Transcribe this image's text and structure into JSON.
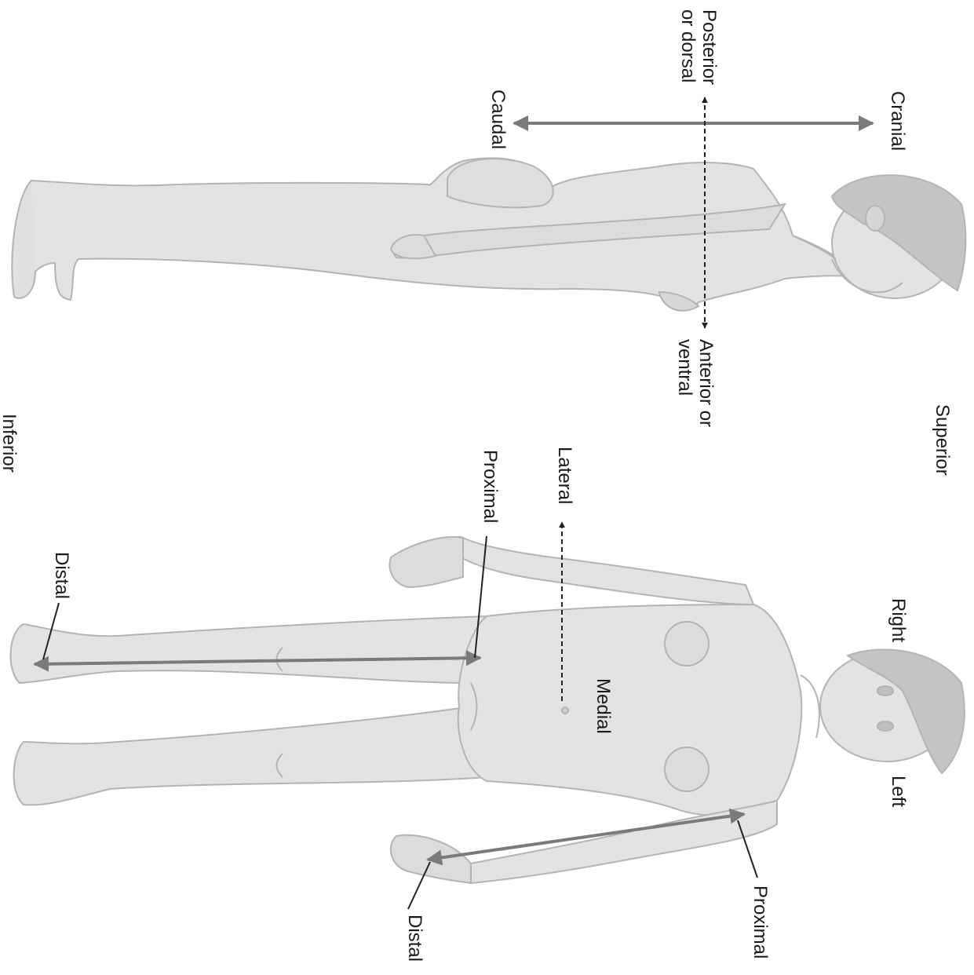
{
  "labels": {
    "posterior_or_dorsal": "Posterior\nor dorsal",
    "cranial": "Cranial",
    "caudal": "Caudal",
    "anterior_or_ventral": "Anterior or\nventral",
    "superior": "Superior",
    "inferior": "Inferior",
    "lateral": "Lateral",
    "proximal_leg": "Proximal",
    "distal_leg": "Distal",
    "right": "Right",
    "medial": "Medial",
    "left": "Left",
    "proximal_arm": "Proximal",
    "distal_arm": "Distal"
  },
  "colors": {
    "skin": "#e3e3e3",
    "skin_shadow": "#d2d2d2",
    "outline": "#b4b4b4",
    "hair": "#c4c4c4",
    "arrow": "#7a7a7a",
    "dashed": "#222222",
    "text": "#1a1a1a"
  }
}
